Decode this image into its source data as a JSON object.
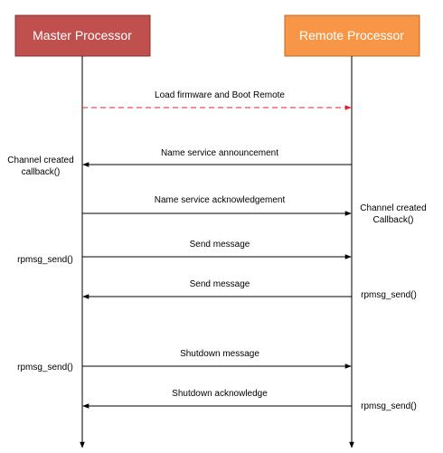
{
  "colors": {
    "master_fill": "#c0504d",
    "master_stroke": "#8c2f2c",
    "remote_fill": "#f79646",
    "remote_stroke": "#b86a2a",
    "lifeline": "#000000",
    "dashed_arrow": "#e8202a"
  },
  "actors": {
    "master": "Master Processor",
    "remote": "Remote Processor"
  },
  "messages": [
    {
      "label": "Load firmware and Boot Remote",
      "direction": "to-remote",
      "style": "dashed-red"
    },
    {
      "label": "Name service announcement",
      "direction": "to-master",
      "style": "solid"
    },
    {
      "label": "Name service acknowledgement",
      "direction": "to-remote",
      "style": "solid"
    },
    {
      "label": "Send message",
      "direction": "to-remote",
      "style": "solid"
    },
    {
      "label": "Send message",
      "direction": "to-master",
      "style": "solid"
    },
    {
      "label": "Shutdown message",
      "direction": "to-remote",
      "style": "solid"
    },
    {
      "label": "Shutdown acknowledge",
      "direction": "to-master",
      "style": "solid"
    }
  ],
  "notes": [
    {
      "side": "master",
      "lines": [
        "Channel created",
        "callback()"
      ]
    },
    {
      "side": "remote",
      "lines": [
        "Channel created",
        "Callback()"
      ]
    },
    {
      "side": "master",
      "lines": [
        "rpmsg_send()"
      ]
    },
    {
      "side": "remote",
      "lines": [
        "rpmsg_send()"
      ]
    },
    {
      "side": "master",
      "lines": [
        "rpmsg_send()"
      ]
    },
    {
      "side": "remote",
      "lines": [
        "rpmsg_send()"
      ]
    }
  ]
}
